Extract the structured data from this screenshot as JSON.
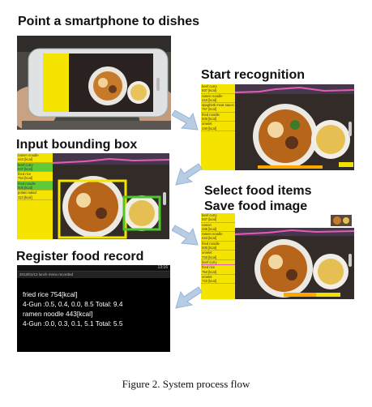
{
  "figure": {
    "caption": "Figure 2. System process flow",
    "steps": [
      {
        "title": "Point a smartphone to dishes"
      },
      {
        "title": "Start recognition"
      },
      {
        "title": "Input bounding box"
      },
      {
        "title": "Select food items\nSave food image"
      },
      {
        "title": "Register food record"
      }
    ]
  },
  "recognition_list": [
    {
      "name": "beef curry",
      "kcal": "937 [kcal]"
    },
    {
      "name": "ramen noodle",
      "kcal": "443 [kcal]"
    },
    {
      "name": "spaghetti meat sauce",
      "kcal": "757 [kcal]"
    },
    {
      "name": "fried noodle",
      "kcal": "505 [kcal]"
    },
    {
      "name": "omelet",
      "kcal": "430 [kcal]"
    }
  ],
  "bbox_list": [
    {
      "name": "ramen noodle",
      "kcal": "443 [kcal]"
    },
    {
      "name": "beef curry",
      "kcal": "937 [kcal]"
    },
    {
      "name": "fried rice",
      "kcal": "754 [kcal]"
    },
    {
      "name": "fried noodle",
      "kcal": "505 [kcal]"
    },
    {
      "name": "potato salad",
      "kcal": "113 [kcal]"
    }
  ],
  "select_list": [
    {
      "name": "beef curry",
      "kcal": "937 [kcal]"
    },
    {
      "name": "ramen",
      "kcal": "338 [kcal]"
    },
    {
      "name": "ramen noodle",
      "kcal": "443 [kcal]"
    },
    {
      "name": "fried noodle",
      "kcal": "505 [kcal]"
    },
    {
      "name": "omelet",
      "kcal": "733 [kcal]"
    },
    {
      "name": "beef curry",
      "kcal": ""
    },
    {
      "name": "fried rice",
      "kcal": "754 [kcal]"
    },
    {
      "name": "omelet",
      "kcal": "733 [kcal]"
    }
  ],
  "record_screen": {
    "time": "13:16",
    "app_title": "2013/01/13 lunch menu recorded",
    "lines": [
      "fried rice 754[kcal]",
      "4-Gun :0.5, 0.4, 0.0, 8.5  Total: 9.4",
      "ramen noodle 443[kcal]",
      "4-Gun :0.0, 0.3, 0.1, 5.1  Total: 5.5"
    ]
  }
}
